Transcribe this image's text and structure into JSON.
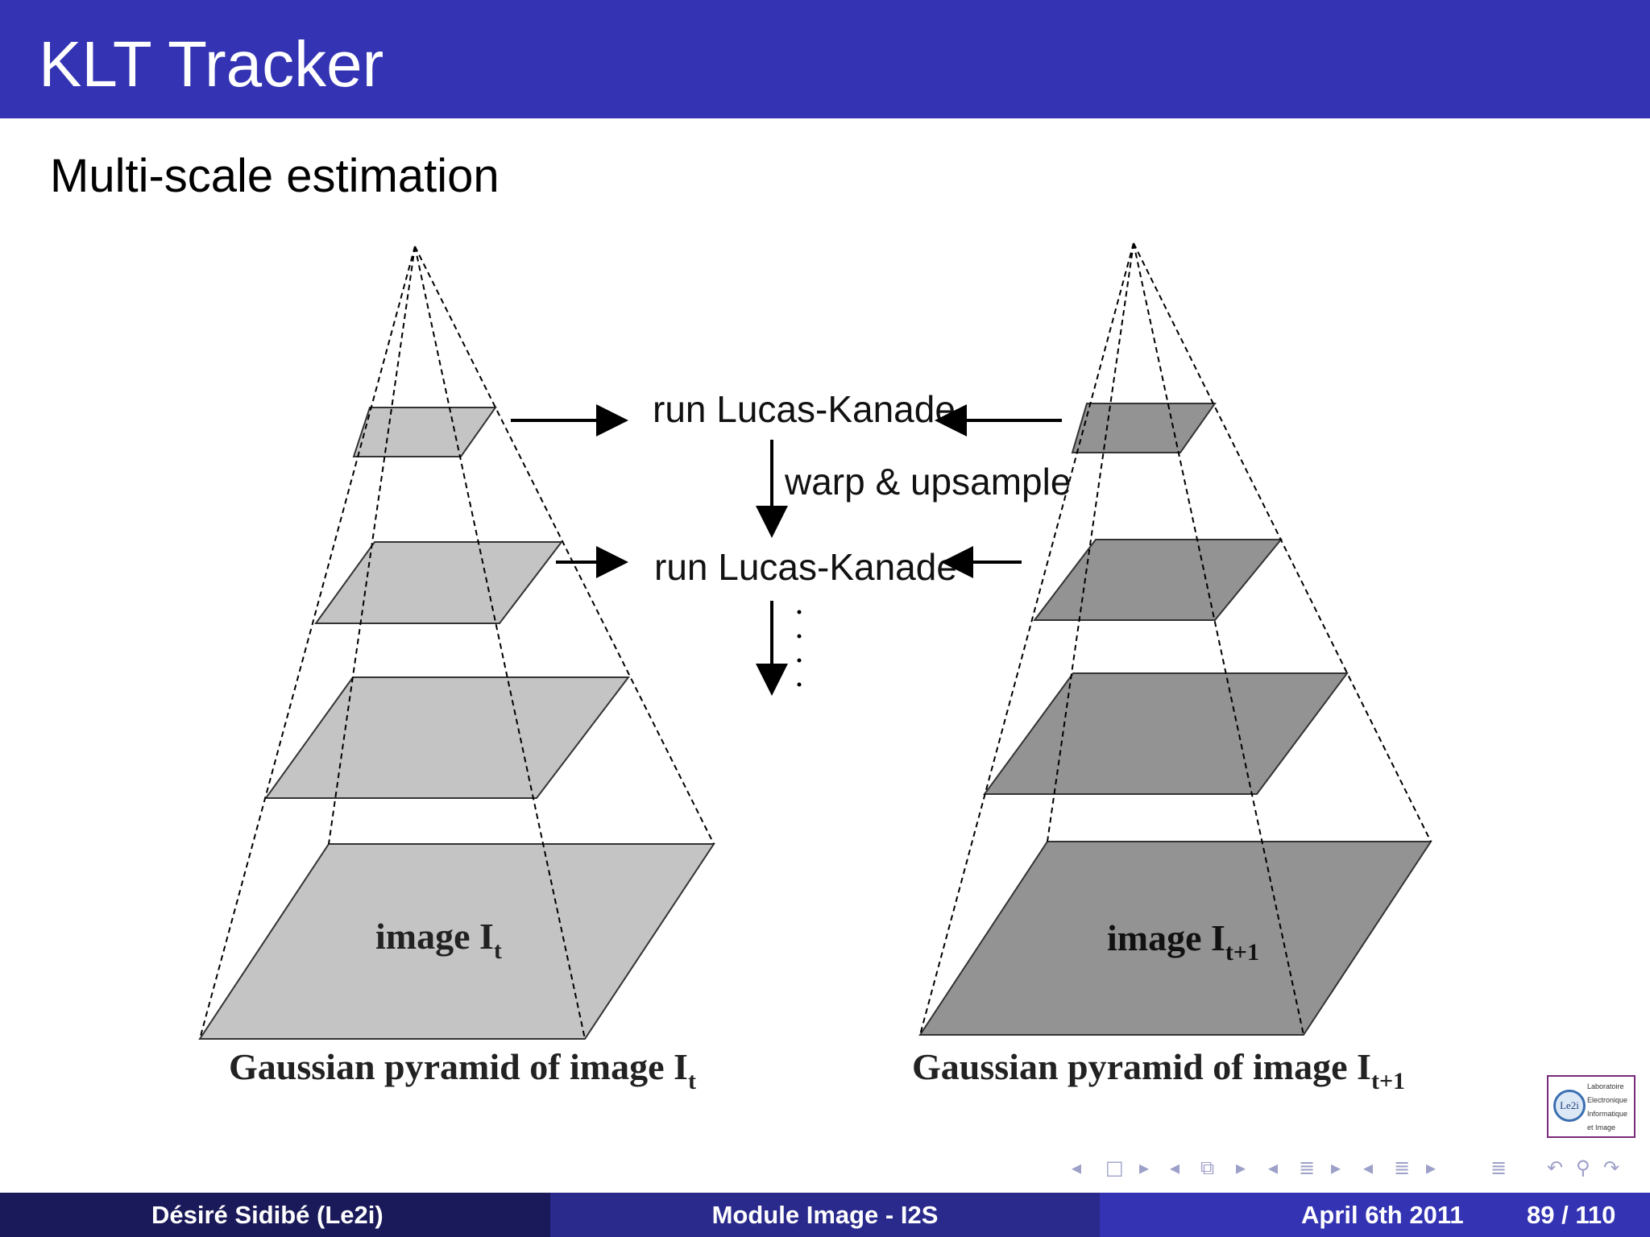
{
  "slide": {
    "title": "KLT Tracker",
    "subtitle": "Multi-scale estimation"
  },
  "figure": {
    "run_label_top": "run Lucas-Kanade",
    "run_label_bottom": "run Lucas-Kanade",
    "warp_label": "warp & upsample",
    "left_image_label": "image I",
    "left_image_sub": "t",
    "right_image_label": "image I",
    "right_image_sub": "t+1",
    "left_caption": "Gaussian pyramid of image I",
    "left_caption_sub": "t",
    "right_caption": "Gaussian pyramid of image I",
    "right_caption_sub": "t+1",
    "left_plane_color": "#c4c4c4",
    "right_plane_color": "#939393"
  },
  "logo": {
    "circle_text": "Le2i",
    "lines": [
      "Laboratoire",
      "Electronique",
      "Informatique",
      "et Image"
    ]
  },
  "nav": {
    "icons": [
      "prev-slide-icon",
      "slide-icon",
      "next-slide-icon",
      "prev-frame-icon",
      "frame-icon",
      "next-frame-icon",
      "prev-subsection-icon",
      "subsection-icon",
      "next-subsection-icon",
      "prev-section-icon",
      "section-icon",
      "next-section-icon",
      "align-icon",
      "back-icon",
      "search-icon",
      "forward-icon"
    ]
  },
  "footer": {
    "author": "Désiré Sidibé  (Le2i)",
    "module": "Module Image - I2S",
    "date": "April 6th 2011",
    "page": "89 / 110"
  }
}
